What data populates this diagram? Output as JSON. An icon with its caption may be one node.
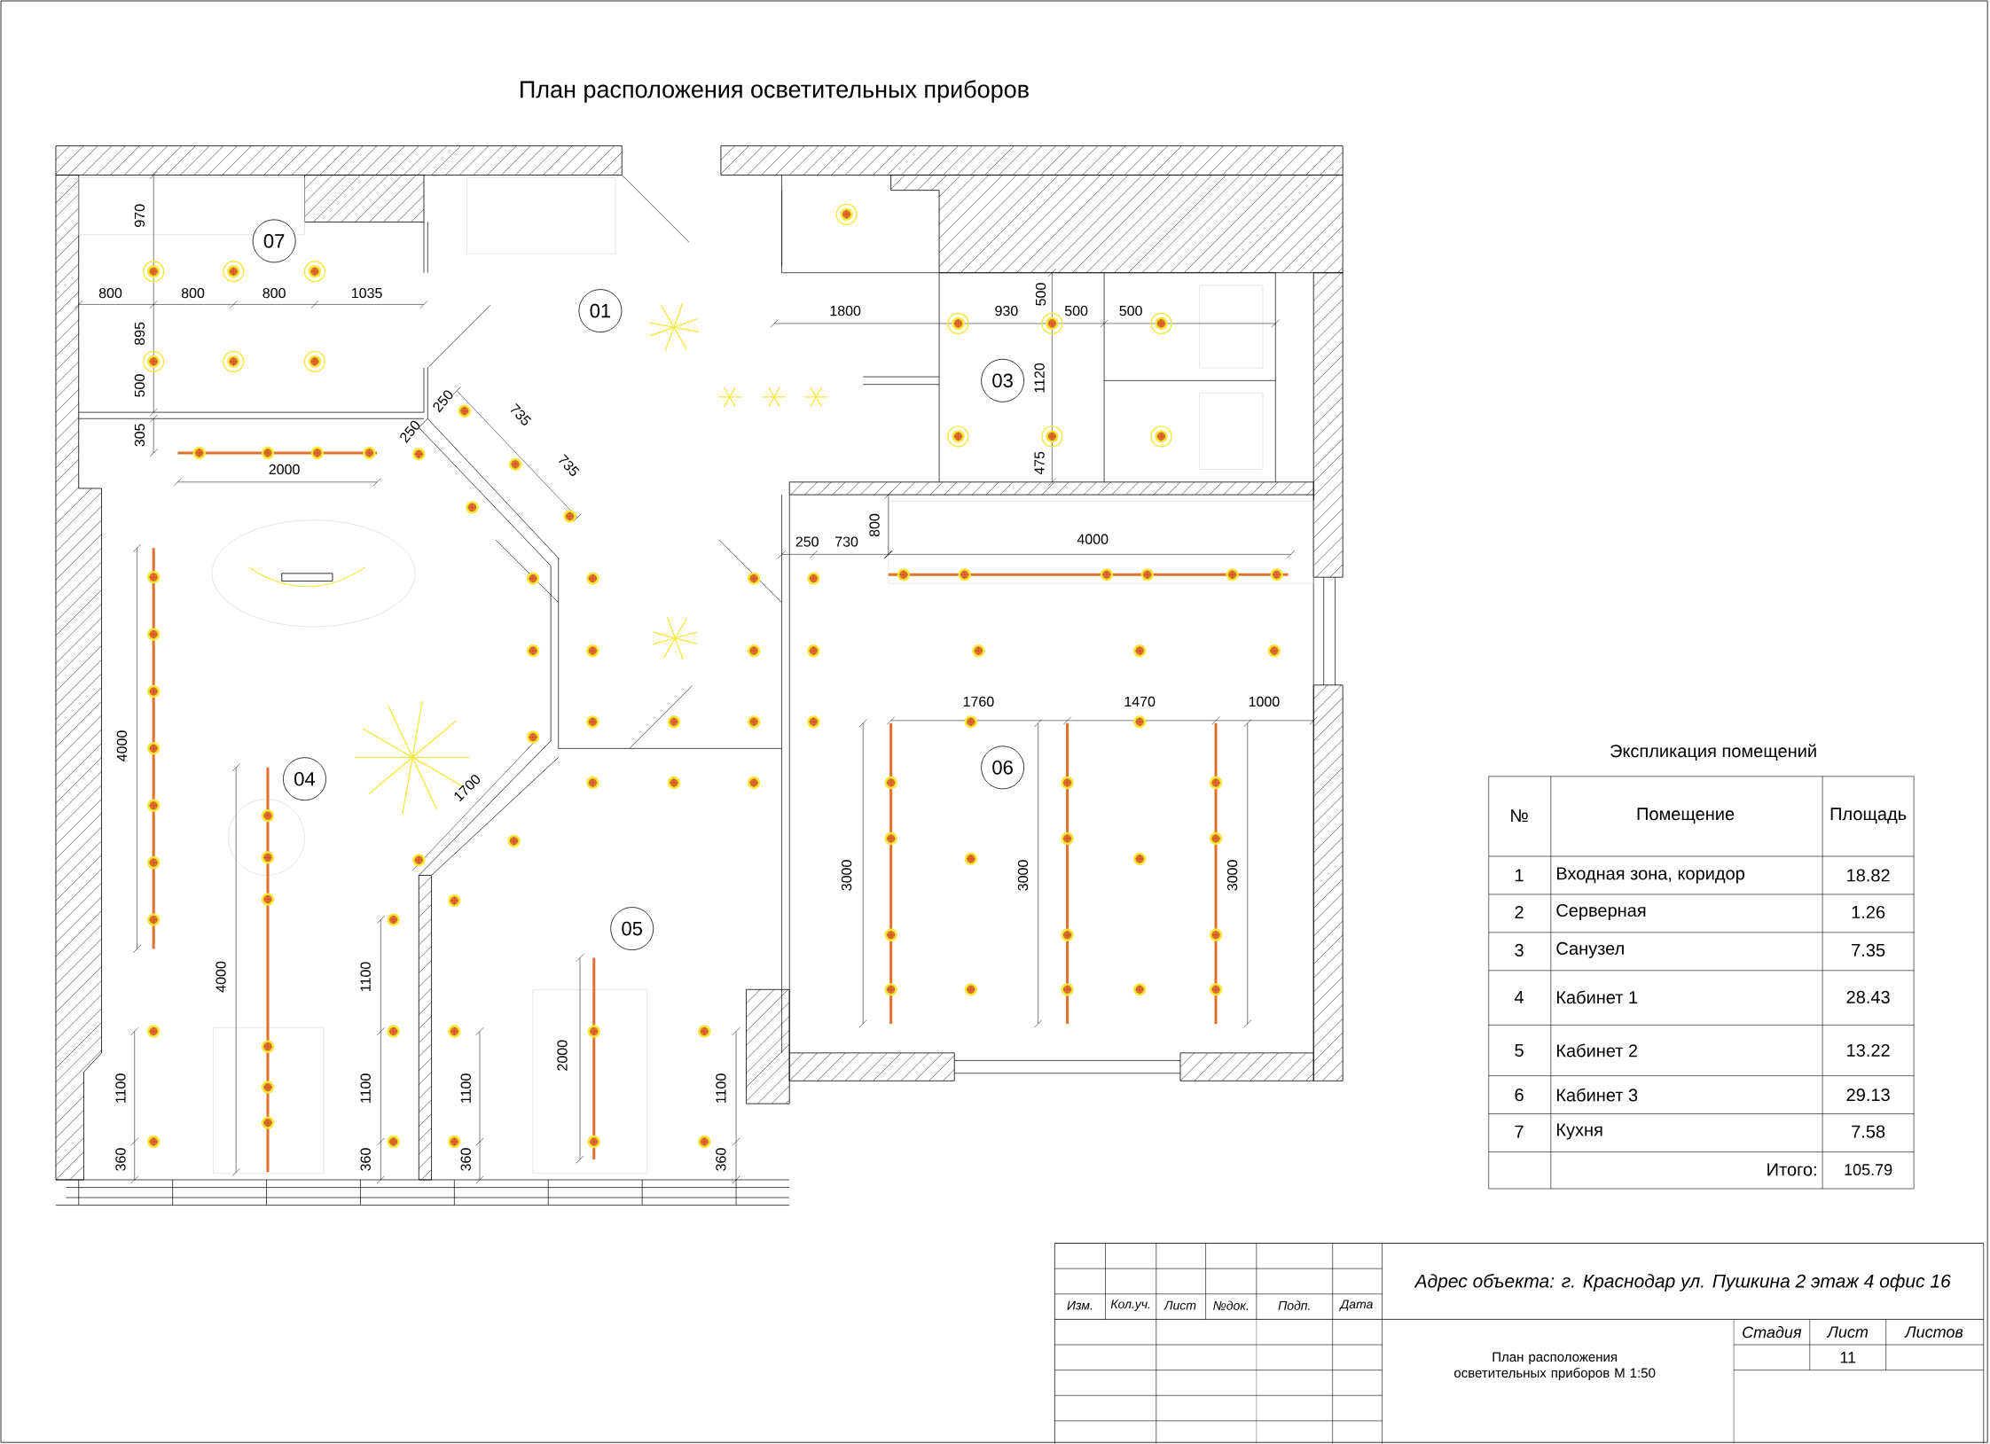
{
  "diagram": {
    "title": "План расположения осветительных приборов",
    "nodes": [
      {
        "text": [
          "07"
        ]
      },
      {
        "text": [
          "03"
        ]
      },
      {
        "text": [
          "01"
        ]
      },
      {
        "text": [
          "06"
        ]
      },
      {
        "text": [
          "04"
        ]
      },
      {
        "text": [
          "05"
        ]
      }
    ],
    "labels": [
      "970",
      "800",
      "800",
      "800",
      "1035",
      "895",
      "500",
      "305",
      "2000",
      "250",
      "250",
      "735",
      "735",
      "1800",
      "930",
      "500",
      "500",
      "500",
      "1120",
      "475",
      "800",
      "250",
      "730",
      "4000",
      "1760",
      "1470",
      "1000",
      "4000",
      "1700",
      "3000",
      "3000",
      "3000",
      "4000",
      "1100",
      "2000",
      "1100",
      "1100",
      "1100",
      "1100",
      "360",
      "360",
      "360",
      "360",
      "Экспликация помещений",
      "№",
      "Помещение",
      "Площадь",
      "1",
      "Входная зона, коридор",
      "18.82",
      "2",
      "Серверная",
      "1.26",
      "3",
      "Санузел",
      "7.35",
      "4",
      "Кабинет 1",
      "28.43",
      "5",
      "Кабинет 2",
      "13.22",
      "6",
      "Кабинет 3",
      "29.13",
      "7",
      "Кухня",
      "7.58",
      "Итого:",
      "105.79",
      "Изм.",
      "Кол.уч.",
      "Лист",
      "№док.",
      "Подп.",
      "Дата",
      "Адрес объекта: г. Краснодар ул. Пушкина 2 этаж 4 офис 16",
      "План расположения осветительных приборов М 1:50",
      "Стадия",
      "Лист",
      "Листов",
      "11"
    ]
  }
}
